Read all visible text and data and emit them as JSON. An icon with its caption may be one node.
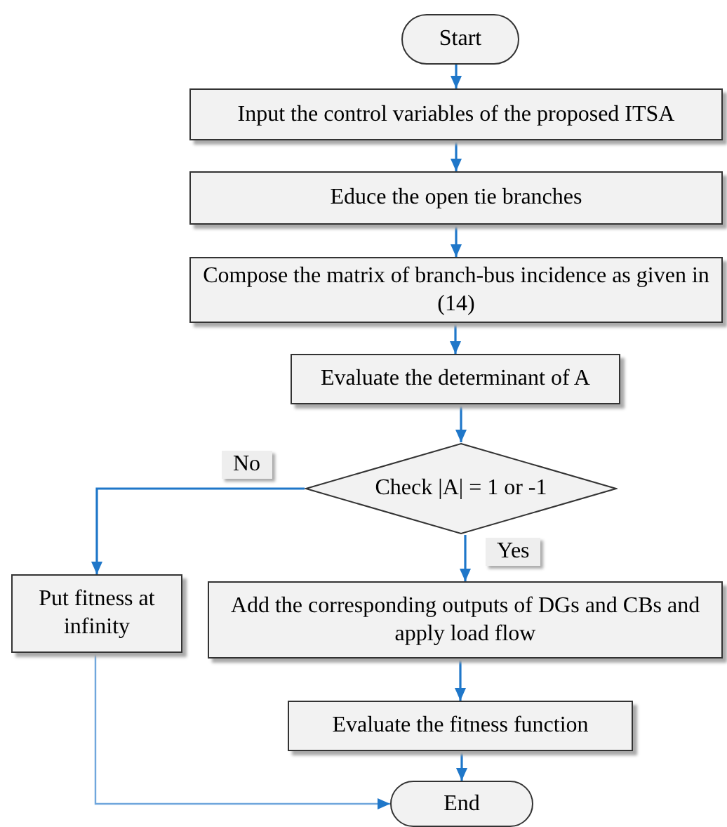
{
  "diagram": {
    "nodes": [
      {
        "text": [
          "Start"
        ]
      },
      {
        "text": [
          "Input the control variables of the proposed ITSA"
        ]
      },
      {
        "text": [
          "Educe the open tie branches"
        ]
      },
      {
        "text": [
          "Compose the matrix of branch-bus incidence as given in (14)"
        ]
      },
      {
        "text": [
          "Evaluate the determinant of A"
        ]
      },
      {
        "text": [
          "Check |A| = 1 or -1"
        ]
      },
      {
        "text": [
          "Put fitness at infinity"
        ]
      },
      {
        "text": [
          "Add the corresponding outputs of DGs and CBs and apply load flow"
        ]
      },
      {
        "text": [
          "Evaluate the fitness function"
        ]
      },
      {
        "text": [
          "End"
        ]
      }
    ],
    "edges": [
      {
        "from": 0,
        "to": 1,
        "arrow": "to"
      },
      {
        "from": 1,
        "to": 2,
        "arrow": "to"
      },
      {
        "from": 2,
        "to": 3,
        "arrow": "to"
      },
      {
        "from": 3,
        "to": 4,
        "arrow": "to"
      },
      {
        "from": 4,
        "to": 5,
        "arrow": "to"
      },
      {
        "from": 5,
        "to": 6,
        "arrow": "to",
        "label": "No"
      },
      {
        "from": 5,
        "to": 7,
        "arrow": "to",
        "label": "Yes"
      },
      {
        "from": 7,
        "to": 8,
        "arrow": "to"
      },
      {
        "from": 8,
        "to": 9,
        "arrow": "to"
      },
      {
        "from": 6,
        "to": 9,
        "arrow": "to"
      }
    ]
  }
}
